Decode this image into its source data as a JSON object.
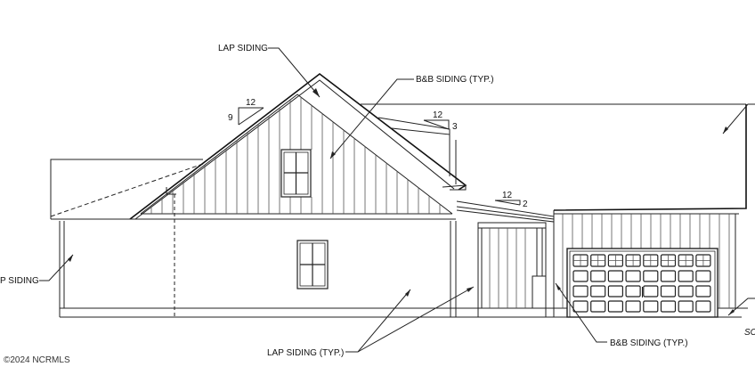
{
  "labels": {
    "lap_siding_top": "LAP SIDING",
    "bb_siding_top": "B&B SIDING (TYP.)",
    "lap_siding_left": "P SIDING",
    "lap_siding_typ": "LAP SIDING (TYP.)",
    "bb_siding_bottom": "B&B SIDING (TYP.)",
    "cut_off_right": "SC"
  },
  "pitches": {
    "main_gable": {
      "rise": "9",
      "run": "12"
    },
    "upper_right": {
      "rise": "3",
      "run": "12"
    },
    "porch": {
      "rise": "2",
      "run": "12"
    }
  },
  "watermark": "©2024 NCRMLS",
  "colors": {
    "line": "#222222",
    "background": "#ffffff"
  }
}
